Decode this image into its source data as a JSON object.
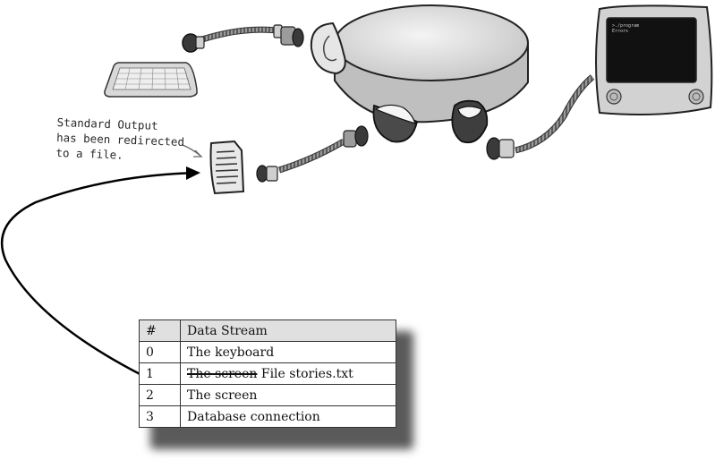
{
  "annotation": {
    "lines": [
      "Standard Output",
      "has been redirected",
      "to a file."
    ]
  },
  "monitor": {
    "screen_lines": [
      ">./program",
      "Errors"
    ]
  },
  "table": {
    "headers": [
      "#",
      "Data Stream"
    ],
    "rows": [
      {
        "num": "0",
        "stream": "The keyboard",
        "struck": ""
      },
      {
        "num": "1",
        "stream": "File stories.txt",
        "struck": "The screen"
      },
      {
        "num": "2",
        "stream": "The screen",
        "struck": ""
      },
      {
        "num": "3",
        "stream": "Database connection",
        "struck": ""
      }
    ]
  },
  "icons": [
    "keyboard-icon",
    "program-character-icon",
    "monitor-icon",
    "file-document-icon",
    "redirect-arrow-icon"
  ]
}
